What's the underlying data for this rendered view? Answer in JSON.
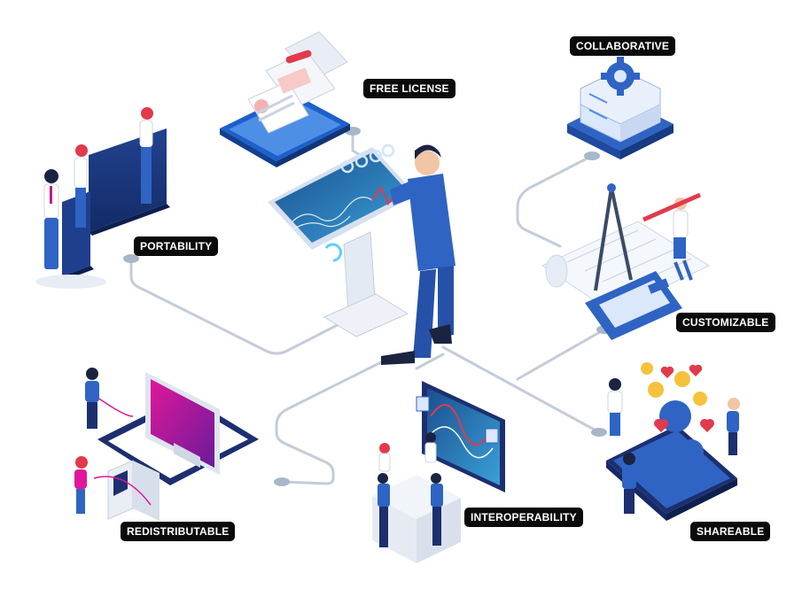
{
  "labels": {
    "free_license": "FREE LICENSE",
    "collaborative": "COLLABORATIVE",
    "portability": "PORTABILITY",
    "customizable": "CUSTOMIZABLE",
    "redistributable": "REDISTRIBUTABLE",
    "interoperability": "INTEROPERABILITY",
    "shareable": "SHAREABLE"
  },
  "colors": {
    "connector": "#c4ccd9",
    "node": "#a9b6c9",
    "label_bg": "#0b0b0b",
    "label_text": "#ffffff",
    "primary_blue": "#2f64c4",
    "dark_navy": "#1d2f6f",
    "light_blue": "#dbe7fa",
    "magenta": "#c2178a",
    "accent_red": "#e23a4c",
    "accent_yellow": "#f6c23b"
  },
  "icons": [
    "collaboration-gear-icon",
    "drafting-compass-icon",
    "like-heart-icon",
    "chart-icon"
  ]
}
